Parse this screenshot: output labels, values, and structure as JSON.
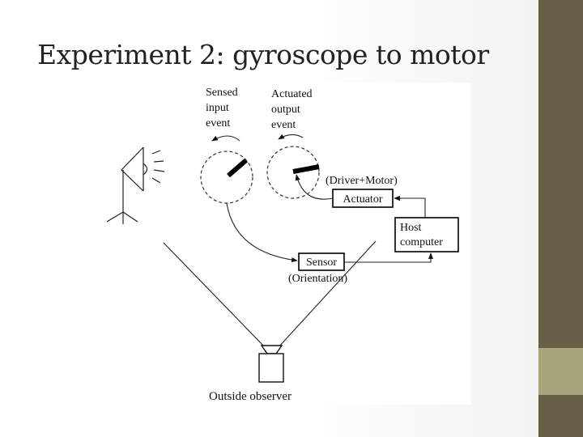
{
  "slide": {
    "title": "Experiment 2: gyroscope to motor"
  },
  "diagram": {
    "sensed_event": [
      "Sensed",
      "input",
      "event"
    ],
    "actuated_event": [
      "Actuated",
      "output",
      "event"
    ],
    "driver_motor": "(Driver+Motor)",
    "actuator": "Actuator",
    "host_computer": [
      "Host",
      "computer"
    ],
    "sensor": "Sensor",
    "orientation": "(Orientation)",
    "outside_observer": "Outside observer"
  },
  "colors": {
    "sidebar_dark": "#675f48",
    "sidebar_accent": "#a6a47a"
  }
}
